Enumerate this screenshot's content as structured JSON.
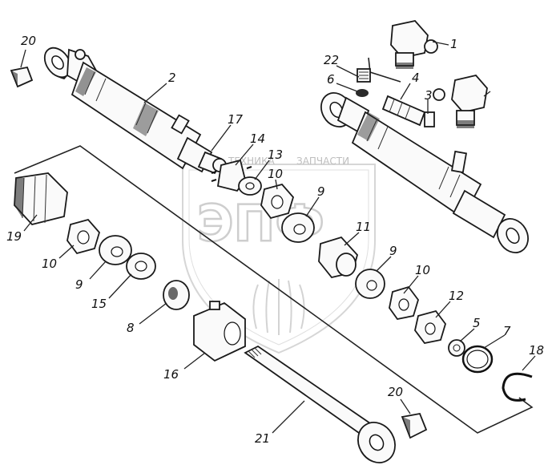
{
  "watermark": {
    "caption": "ЗАПЧАСТИ",
    "caption_prefix": "ТЕХНИКА",
    "logo_letters": "ЭПФ"
  },
  "callouts": [
    {
      "id": "c20a",
      "text": "20"
    },
    {
      "id": "c2",
      "text": "2"
    },
    {
      "id": "c17",
      "text": "17"
    },
    {
      "id": "c14",
      "text": "14"
    },
    {
      "id": "c13",
      "text": "13"
    },
    {
      "id": "c10a",
      "text": "10"
    },
    {
      "id": "c9a",
      "text": "9"
    },
    {
      "id": "c11",
      "text": "11"
    },
    {
      "id": "c1",
      "text": "1"
    },
    {
      "id": "c22",
      "text": "22"
    },
    {
      "id": "c6",
      "text": "6"
    },
    {
      "id": "c4",
      "text": "4"
    },
    {
      "id": "c3",
      "text": "3"
    },
    {
      "id": "c19",
      "text": "19"
    },
    {
      "id": "c10b",
      "text": "10"
    },
    {
      "id": "c9b",
      "text": "9"
    },
    {
      "id": "c15",
      "text": "15"
    },
    {
      "id": "c8",
      "text": "8"
    },
    {
      "id": "c16",
      "text": "16"
    },
    {
      "id": "c9c",
      "text": "9"
    },
    {
      "id": "c10c",
      "text": "10"
    },
    {
      "id": "c12",
      "text": "12"
    },
    {
      "id": "c5",
      "text": "5"
    },
    {
      "id": "c7",
      "text": "7"
    },
    {
      "id": "c18",
      "text": "18"
    },
    {
      "id": "c20b",
      "text": "20"
    },
    {
      "id": "c21",
      "text": "21"
    }
  ]
}
